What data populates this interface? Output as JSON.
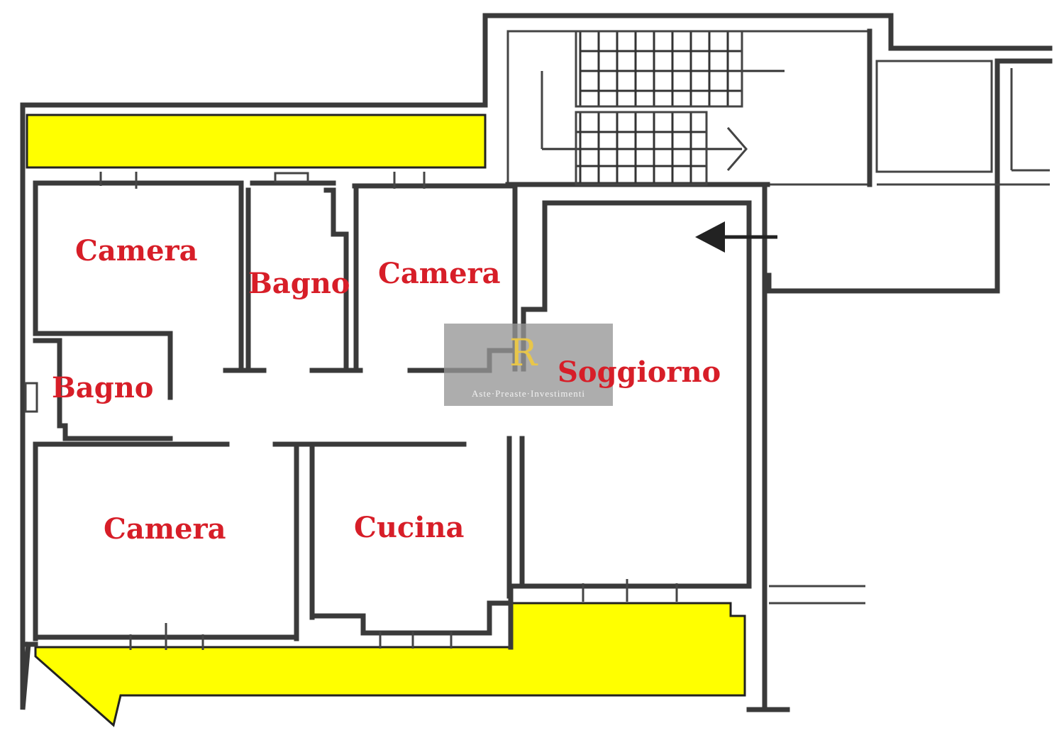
{
  "rooms": {
    "camera_top_left": "Camera",
    "bagno_top": "Bagno",
    "camera_top_middle": "Camera",
    "bagno_left": "Bagno",
    "soggiorno": "Soggiorno",
    "camera_bottom_left": "Camera",
    "cucina": "Cucina"
  },
  "watermark": {
    "tagline": "Aste·Preaste·Investimenti"
  },
  "colors": {
    "label": "#d71e28",
    "balcony": "#ffff00",
    "wall": "#3a3a3a"
  }
}
